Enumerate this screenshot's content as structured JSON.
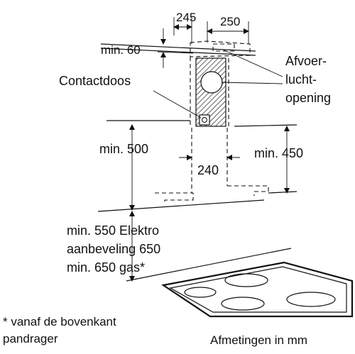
{
  "diagram": {
    "labels": {
      "dim_245": "245",
      "dim_250": "250",
      "min_60": "min. 60",
      "exhaust_line1": "Afvoer-",
      "exhaust_line2": "lucht-",
      "exhaust_line3": "opening",
      "socket": "Contactdoos",
      "min_500": "min. 500",
      "min_450": "min. 450",
      "dim_240": "240",
      "clearance_line1": "min. 550 Elektro",
      "clearance_line2": "aanbeveling 650",
      "clearance_line3": "min. 650 gas*",
      "footnote_line1": "* vanaf de bovenkant",
      "footnote_line2": "pandrager",
      "units": "Afmetingen in mm"
    }
  }
}
